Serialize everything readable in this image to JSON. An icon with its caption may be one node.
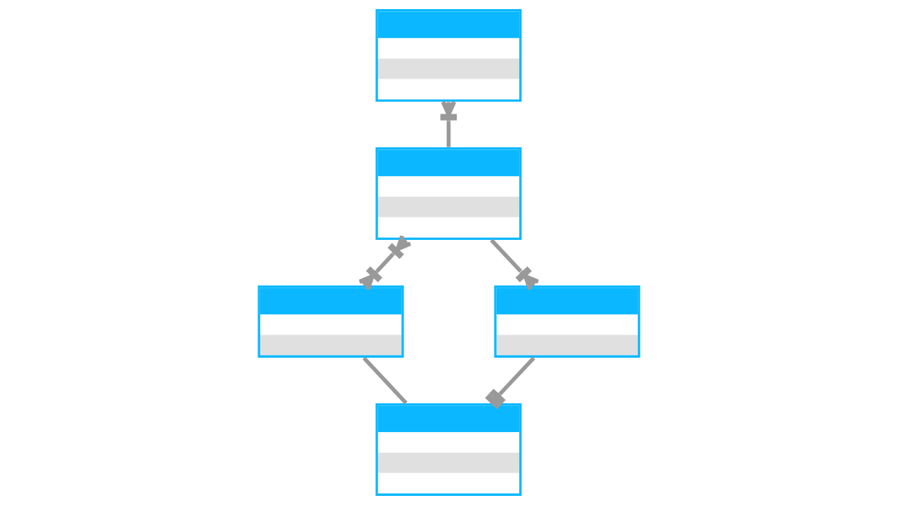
{
  "diagram": {
    "nodes": [
      {
        "text": [],
        "shape": "box"
      },
      {
        "text": [],
        "shape": "box"
      },
      {
        "text": [],
        "shape": "box"
      },
      {
        "text": [],
        "shape": "box"
      },
      {
        "text": [],
        "shape": "box"
      }
    ],
    "edges": [
      {
        "from": 0,
        "to": 1,
        "arrow": "other"
      },
      {
        "from": 1,
        "to": 2,
        "arrow": "other"
      },
      {
        "from": 1,
        "to": 3,
        "arrow": "other"
      },
      {
        "from": 2,
        "to": 4,
        "arrow": "none"
      },
      {
        "from": 3,
        "to": 4,
        "arrow": "other"
      }
    ]
  }
}
